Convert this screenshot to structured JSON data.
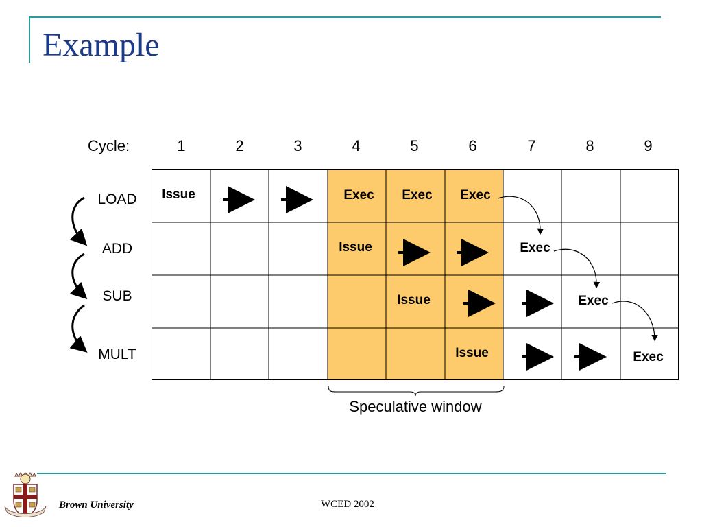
{
  "slide": {
    "title": "Example",
    "cycle_label": "Cycle:",
    "cycles": [
      "1",
      "2",
      "3",
      "4",
      "5",
      "6",
      "7",
      "8",
      "9"
    ],
    "instructions": [
      "LOAD",
      "ADD",
      "SUB",
      "MULT"
    ],
    "stage_labels": {
      "issue": "Issue",
      "exec": "Exec"
    },
    "pipeline": [
      [
        "Issue",
        "→",
        "→",
        "Exec",
        "Exec",
        "Exec",
        "",
        "",
        ""
      ],
      [
        "",
        "",
        "",
        "Issue",
        "→",
        "→",
        "Exec",
        "",
        ""
      ],
      [
        "",
        "",
        "",
        "",
        "Issue",
        "→",
        "→",
        "Exec",
        ""
      ],
      [
        "",
        "",
        "",
        "",
        "",
        "Issue",
        "→",
        "→",
        "Exec"
      ]
    ],
    "speculative_window": {
      "label": "Speculative window",
      "from_cycle": 4,
      "to_cycle": 6
    },
    "colors": {
      "accent_rule": "#2a9a9a",
      "title": "#1c3a8a",
      "speculative": "#fdca6c"
    }
  },
  "footer": {
    "left": "Brown University",
    "center": "WCED 2002",
    "logo_icon": "brown-university-seal-icon"
  }
}
